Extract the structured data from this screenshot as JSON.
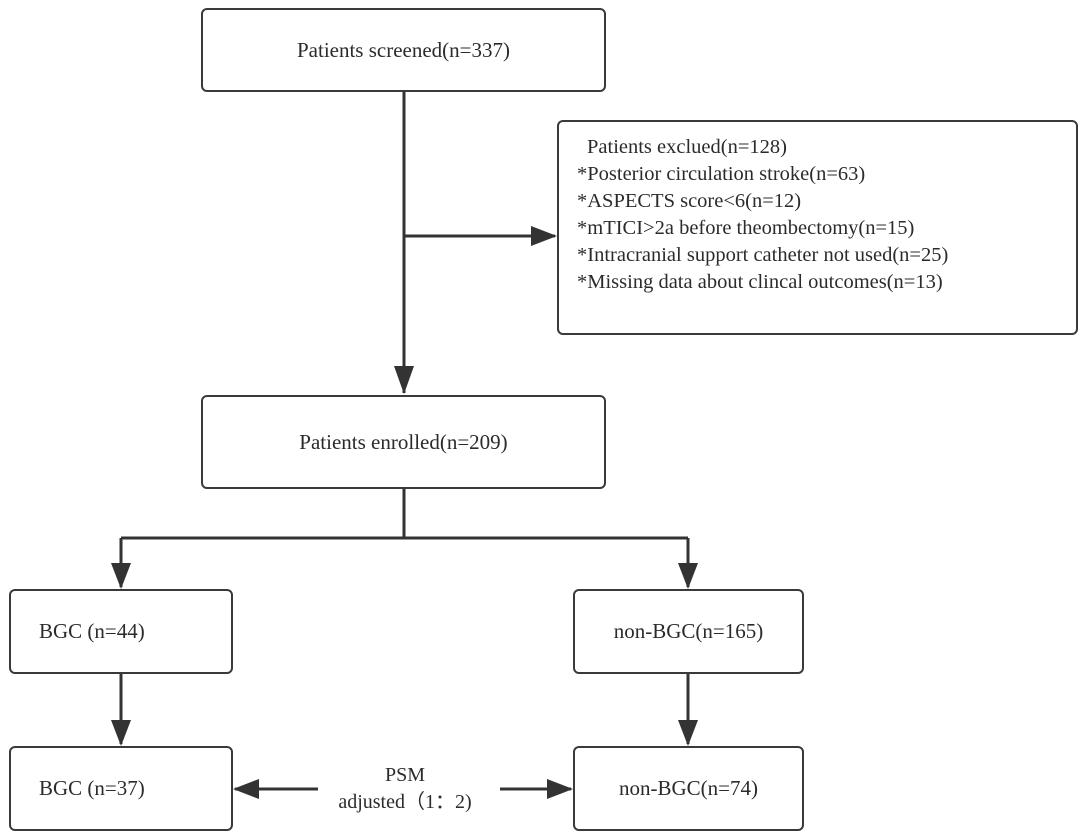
{
  "boxes": {
    "screened": "Patients screened(n=337)",
    "enrolled": "Patients enrolled(n=209)",
    "bgc_initial": "BGC (n=44)",
    "non_bgc_initial": "non-BGC(n=165)",
    "bgc_matched": "BGC (n=37)",
    "non_bgc_matched": "non-BGC(n=74)"
  },
  "excluded": {
    "header": "Patients exclued(n=128)",
    "criteria": [
      "*Posterior circulation stroke(n=63)",
      "*ASPECTS score<6(n=12)",
      "*mTICI>2a before theombectomy(n=15)",
      "*Intracranial support catheter not used(n=25)",
      "*Missing data about clincal outcomes(n=13)"
    ]
  },
  "psm": {
    "line1": "PSM",
    "line2": "adjusted（1：2)"
  }
}
